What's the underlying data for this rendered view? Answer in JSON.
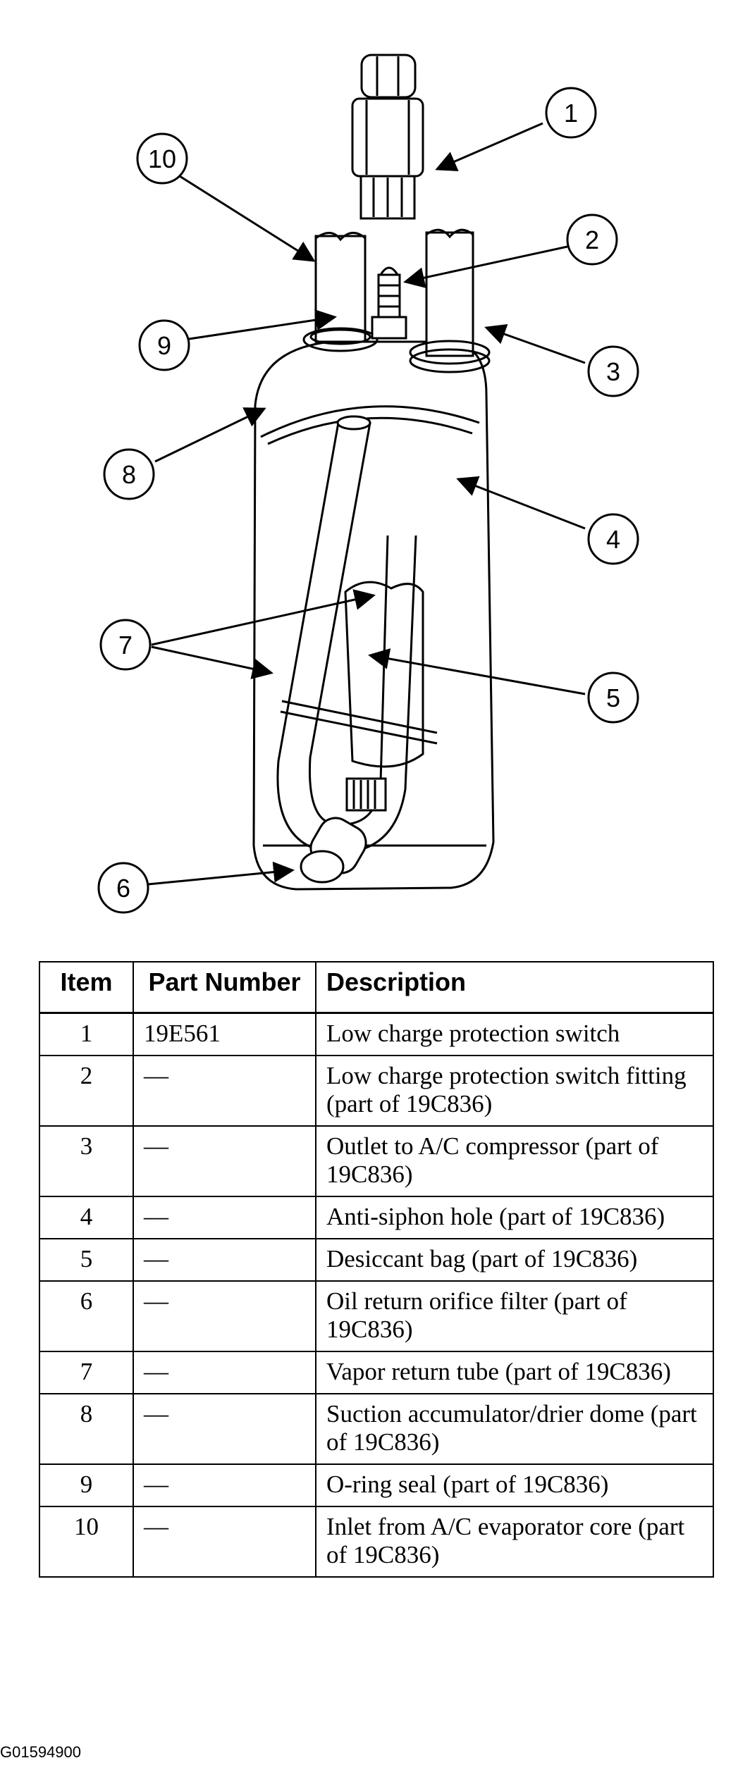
{
  "diagram": {
    "callouts": [
      "1",
      "2",
      "3",
      "4",
      "5",
      "6",
      "7",
      "8",
      "9",
      "10"
    ]
  },
  "table": {
    "headers": {
      "item": "Item",
      "part_number": "Part Number",
      "description": "Description"
    },
    "rows": [
      {
        "item": "1",
        "part_number": "19E561",
        "description": "Low charge protection switch"
      },
      {
        "item": "2",
        "part_number": "—",
        "description": "Low charge protection switch fitting (part of 19C836)"
      },
      {
        "item": "3",
        "part_number": "—",
        "description": "Outlet to A/C compressor (part of 19C836)"
      },
      {
        "item": "4",
        "part_number": "—",
        "description": "Anti-siphon hole (part of 19C836)"
      },
      {
        "item": "5",
        "part_number": "—",
        "description": "Desiccant bag (part of 19C836)"
      },
      {
        "item": "6",
        "part_number": "—",
        "description": "Oil return orifice filter (part of 19C836)"
      },
      {
        "item": "7",
        "part_number": "—",
        "description": "Vapor return tube (part of 19C836)"
      },
      {
        "item": "8",
        "part_number": "—",
        "description": "Suction accumulator/drier dome (part of 19C836)"
      },
      {
        "item": "9",
        "part_number": "—",
        "description": "O-ring seal (part of 19C836)"
      },
      {
        "item": "10",
        "part_number": "—",
        "description": "Inlet from A/C evaporator core (part of 19C836)"
      }
    ]
  },
  "figure_code": "G01594900"
}
